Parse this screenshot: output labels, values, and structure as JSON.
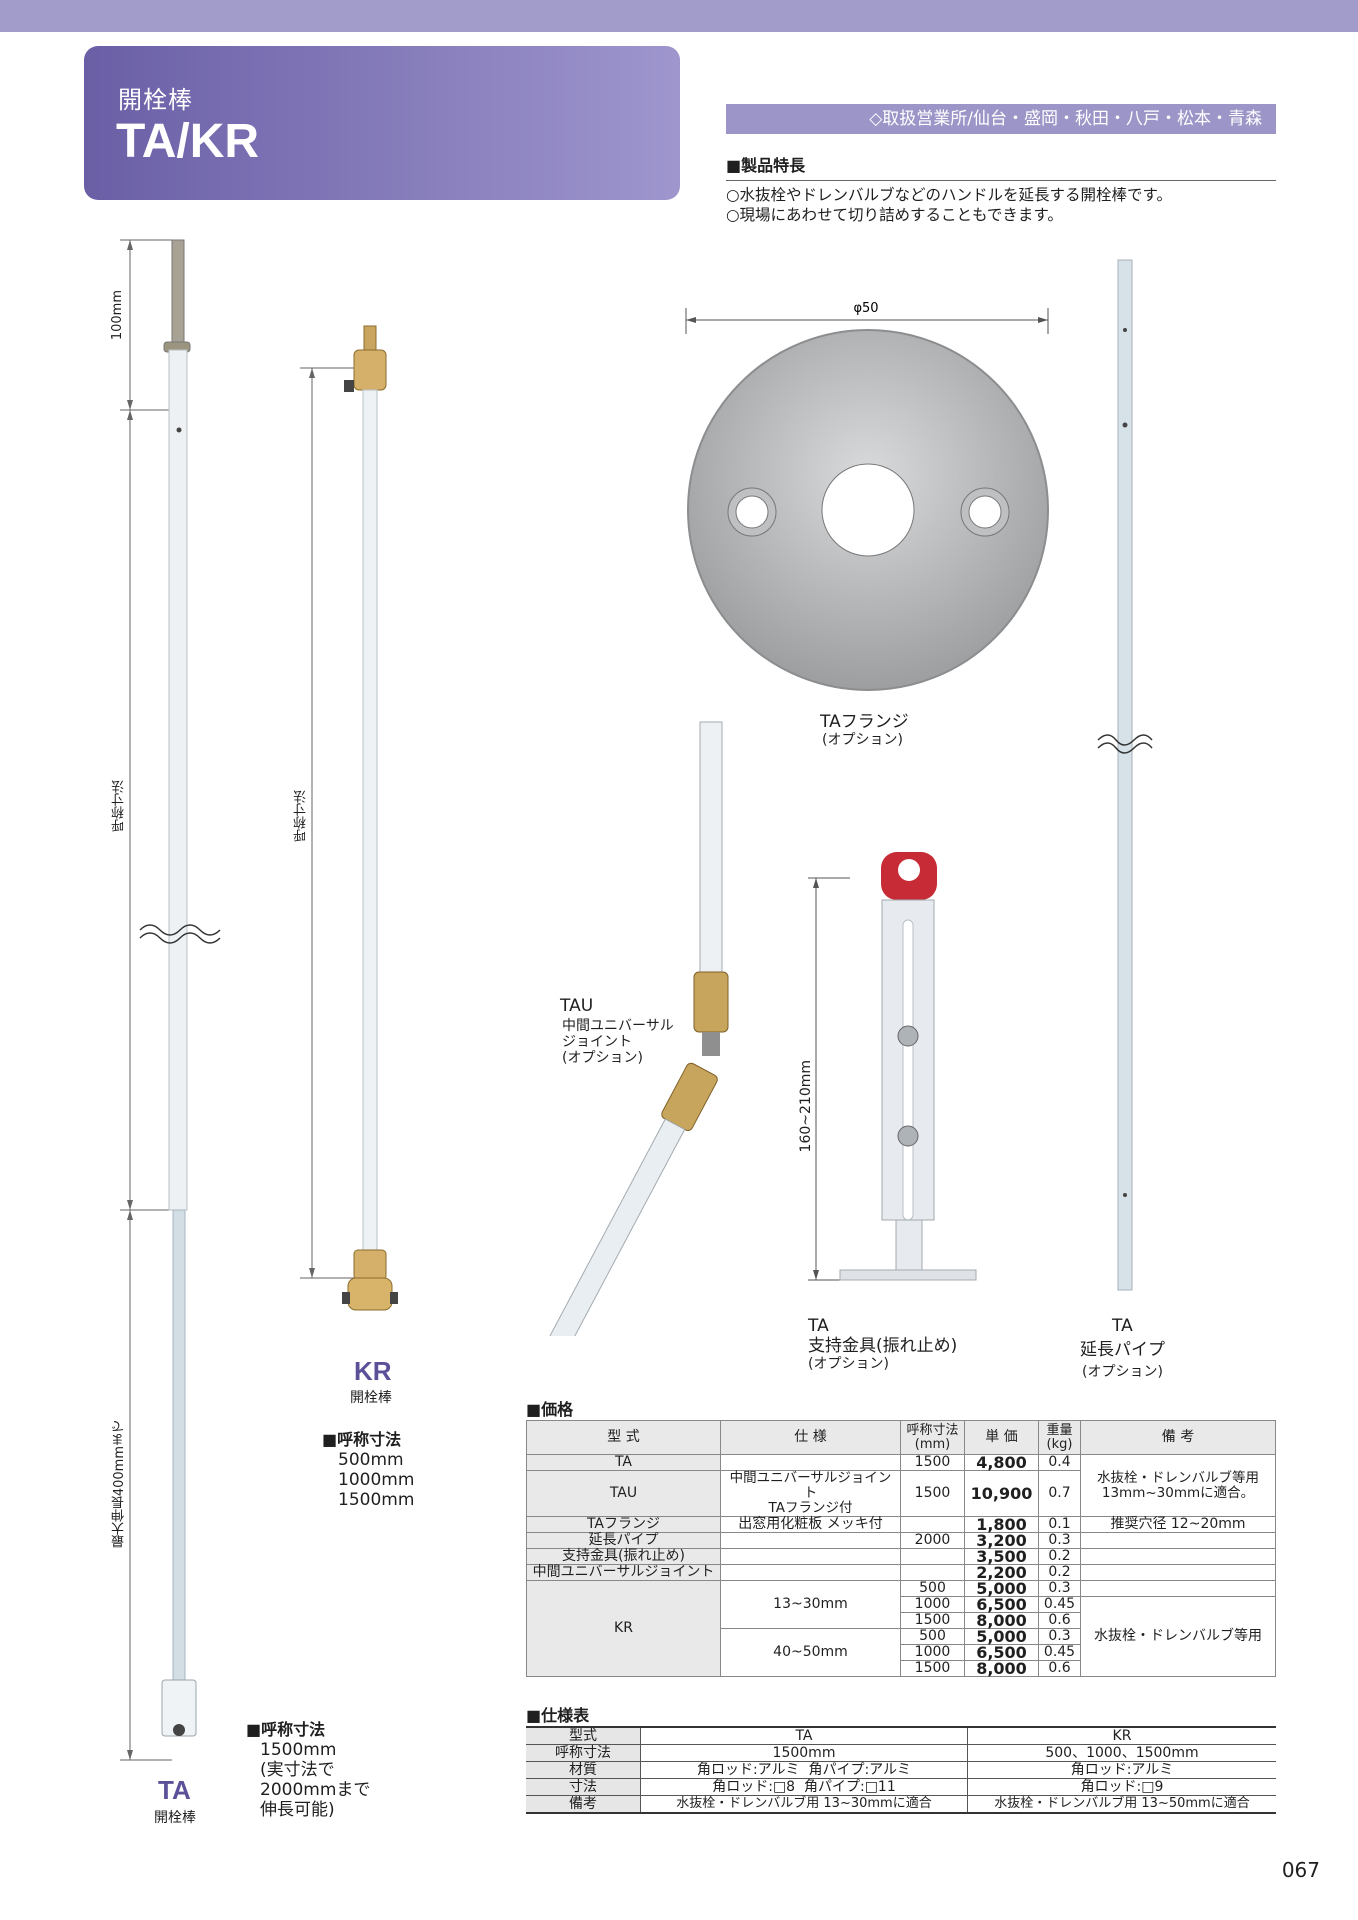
{
  "header": {
    "category": "開栓棒",
    "model": "TA/KR",
    "offices": "◇取扱営業所/仙台・盛岡・秋田・八戸・松本・青森"
  },
  "features": {
    "title": "■製品特長",
    "lines": [
      "○水抜栓やドレンバルブなどのハンドルを延長する開栓棒です。",
      "○現場にあわせて切り詰めすることもできます。"
    ]
  },
  "ta_rod": {
    "dim_top": "100mm",
    "dim_mid": "呼称寸法",
    "dim_bottom": "最大伸長400mmまで",
    "name": "TA",
    "subname": "開栓棒",
    "nominal_title": "■呼称寸法",
    "nominal_lines": [
      "1500mm",
      "(実寸法で",
      "2000mmまで",
      "伸長可能)"
    ]
  },
  "kr_rod": {
    "dim": "呼称寸法",
    "name": "KR",
    "subname": "開栓棒",
    "nominal_title": "■呼称寸法",
    "nominal_lines": [
      "500mm",
      "1000mm",
      "1500mm"
    ]
  },
  "flange": {
    "dim": "φ50",
    "name": "TAフランジ",
    "option": "(オプション)"
  },
  "tau": {
    "name": "TAU",
    "desc1": "中間ユニバーサル",
    "desc2": "ジョイント",
    "option": "(オプション)"
  },
  "bracket": {
    "dim": "160~210mm",
    "name": "TA",
    "desc": "支持金具(振れ止め)",
    "option": "(オプション)"
  },
  "pipe": {
    "name": "TA",
    "desc": "延長パイプ",
    "option": "(オプション)"
  },
  "price": {
    "title": "■価格",
    "headers": [
      "型 式",
      "仕 様",
      "呼称寸法\n(mm)",
      "単 価",
      "重量\n(kg)",
      "備 考"
    ],
    "r_ta": {
      "model": "TA",
      "size": "1500",
      "price": "4,800",
      "weight": "0.4"
    },
    "r_tau": {
      "model": "TAU",
      "spec1": "中間ユニバーサルジョイント",
      "spec2": "TAフランジ付",
      "size": "1500",
      "price": "10,900",
      "weight": "0.7"
    },
    "note_ta": "水抜栓・ドレンバルブ等用\n13mm~30mmに適合。",
    "r_flange": {
      "model": "TAフランジ",
      "spec": "出窓用化粧板 メッキ付",
      "price": "1,800",
      "weight": "0.1",
      "note": "推奨穴径 12~20mm"
    },
    "r_pipe": {
      "model": "延長パイプ",
      "size": "2000",
      "price": "3,200",
      "weight": "0.3"
    },
    "r_bracket": {
      "model": "支持金具(振れ止め)",
      "price": "3,500",
      "weight": "0.2"
    },
    "r_joint": {
      "model": "中間ユニバーサルジョイント",
      "price": "2,200",
      "weight": "0.2"
    },
    "kr_model": "KR",
    "kr_spec_a": "13~30mm",
    "kr_spec_b": "40~50mm",
    "kr_note": "水抜栓・ドレンバルブ等用",
    "kr_rows": [
      {
        "size": "500",
        "price": "5,000",
        "weight": "0.3"
      },
      {
        "size": "1000",
        "price": "6,500",
        "weight": "0.45"
      },
      {
        "size": "1500",
        "price": "8,000",
        "weight": "0.6"
      },
      {
        "size": "500",
        "price": "5,000",
        "weight": "0.3"
      },
      {
        "size": "1000",
        "price": "6,500",
        "weight": "0.45"
      },
      {
        "size": "1500",
        "price": "8,000",
        "weight": "0.6"
      }
    ]
  },
  "spec": {
    "title": "■仕様表",
    "rows": [
      {
        "k": "型式",
        "ta": "TA",
        "kr": "KR"
      },
      {
        "k": "呼称寸法",
        "ta": "1500mm",
        "kr": "500、1000、1500mm"
      },
      {
        "k": "材質",
        "ta": "角ロッド:アルミ  角パイプ:アルミ",
        "kr": "角ロッド:アルミ"
      },
      {
        "k": "寸法",
        "ta": "角ロッド:□8  角パイプ:□11",
        "kr": "角ロッド:□9"
      },
      {
        "k": "備考",
        "ta": "水抜栓・ドレンバルブ用 13~30mmに適合",
        "kr": "水抜栓・ドレンバルブ用 13~50mmに適合"
      }
    ]
  },
  "page": "067"
}
